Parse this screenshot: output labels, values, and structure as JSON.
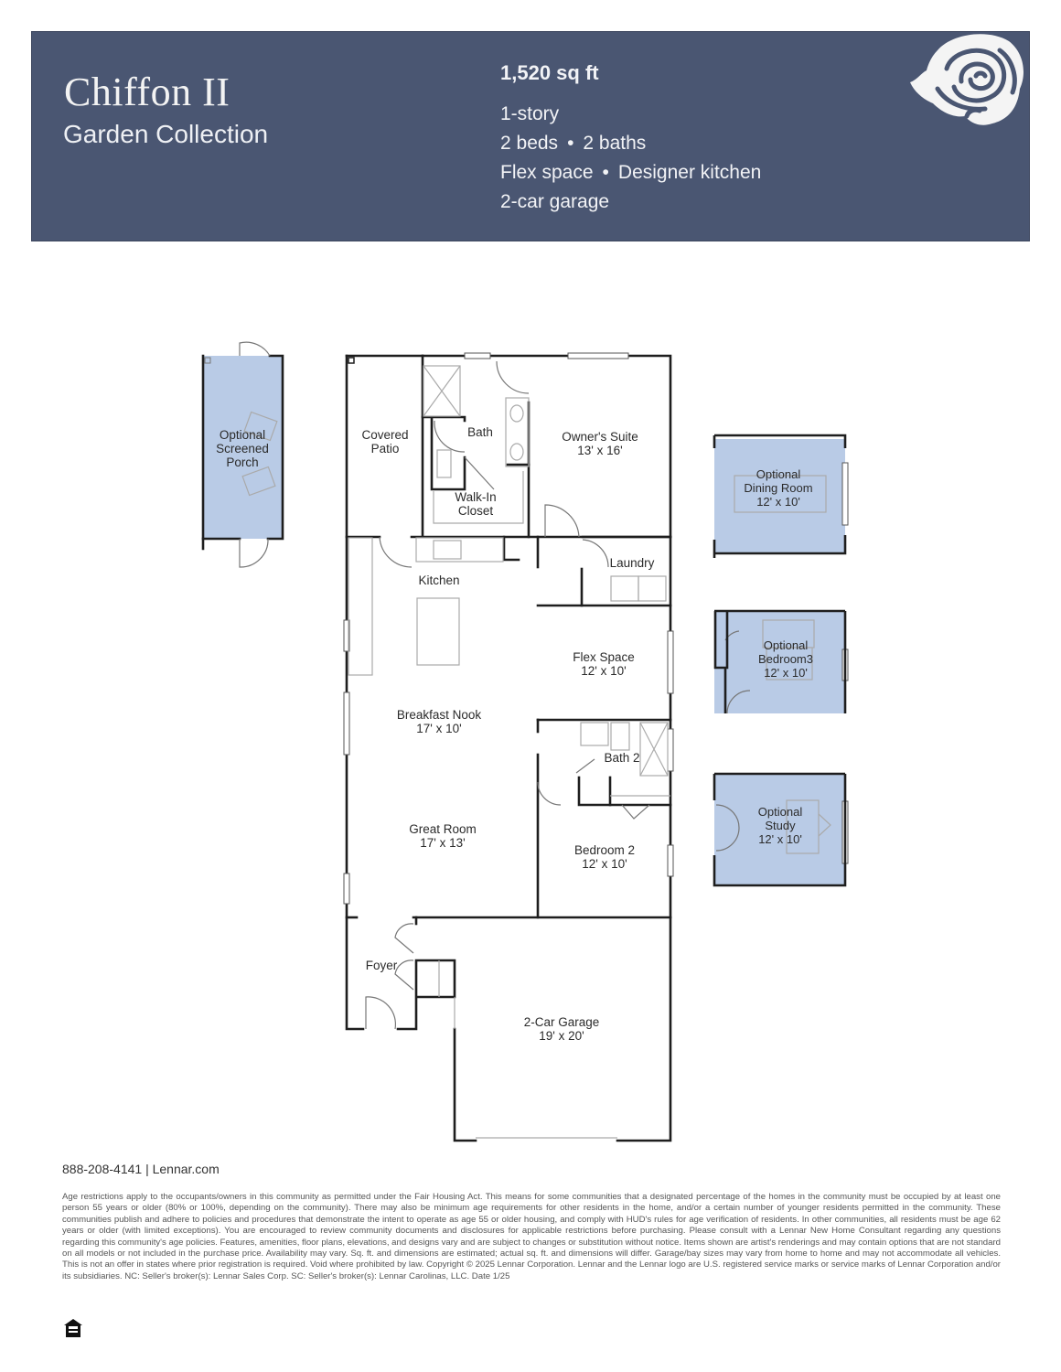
{
  "header": {
    "title": "Chiffon II",
    "subtitle": "Garden Collection",
    "sqft": "1,520 sq ft",
    "specs": [
      {
        "items": [
          "1-story"
        ]
      },
      {
        "items": [
          "2 beds",
          "2 baths"
        ]
      },
      {
        "items": [
          "Flex space",
          "Designer kitchen"
        ]
      },
      {
        "items": [
          "2-car garage"
        ]
      }
    ],
    "logo_icon": "rose-icon",
    "colors": {
      "banner": "#4a5672",
      "text": "#f2f3f6"
    }
  },
  "floorplan": {
    "option_fill": "#b9cbe6",
    "rooms": [
      {
        "name": "Optional Screened Porch",
        "lines": [
          "Optional",
          "Screened",
          "Porch"
        ],
        "optional": true
      },
      {
        "name": "Covered Patio",
        "lines": [
          "Covered",
          "Patio"
        ]
      },
      {
        "name": "Bath",
        "lines": [
          "Bath"
        ]
      },
      {
        "name": "Owner's Suite",
        "lines": [
          "Owner's Suite",
          "13' x 16'"
        ]
      },
      {
        "name": "Walk-In Closet",
        "lines": [
          "Walk-In",
          "Closet"
        ]
      },
      {
        "name": "Kitchen",
        "lines": [
          "Kitchen"
        ]
      },
      {
        "name": "Laundry",
        "lines": [
          "Laundry"
        ]
      },
      {
        "name": "Flex Space",
        "lines": [
          "Flex Space",
          "12' x 10'"
        ]
      },
      {
        "name": "Breakfast Nook",
        "lines": [
          "Breakfast Nook",
          "17' x 10'"
        ]
      },
      {
        "name": "Bath 2",
        "lines": [
          "Bath 2"
        ]
      },
      {
        "name": "Great Room",
        "lines": [
          "Great Room",
          "17' x 13'"
        ]
      },
      {
        "name": "Bedroom 2",
        "lines": [
          "Bedroom 2",
          "12' x 10'"
        ]
      },
      {
        "name": "Foyer",
        "lines": [
          "Foyer"
        ]
      },
      {
        "name": "2-Car Garage",
        "lines": [
          "2-Car Garage",
          "19' x 20'"
        ]
      },
      {
        "name": "Optional Dining Room",
        "lines": [
          "Optional",
          "Dining Room",
          "12' x 10'"
        ],
        "optional": true
      },
      {
        "name": "Optional Bedroom3",
        "lines": [
          "Optional",
          "Bedroom3",
          "12' x 10'"
        ],
        "optional": true
      },
      {
        "name": "Optional Study",
        "lines": [
          "Optional",
          "Study",
          "12' x 10'"
        ],
        "optional": true
      }
    ]
  },
  "footer": {
    "contact": "888-208-4141 | Lennar.com",
    "disclaimer": "Age restrictions apply to the occupants/owners in this community as permitted under the Fair Housing Act. This means for some communities that a designated percentage of the homes in the community must be occupied by at least one person 55 years or older (80% or 100%, depending on the community). There may also be minimum age requirements for other residents in the home, and/or a certain number of younger residents permitted in the community. These communities publish and adhere to policies and procedures that demonstrate the intent to operate as age 55 or older housing, and comply with HUD's rules for age verification of residents. In other communities, all residents must be age 62 years or older (with limited exceptions). You are encouraged to review community documents and disclosures for applicable restrictions before purchasing. Please consult with a Lennar New Home Consultant regarding any questions regarding this community's age policies. Features, amenities, floor plans, elevations, and designs vary and are subject to changes or substitution without notice. Items shown are artist's renderings and may contain options that are not standard on all models or not included in the purchase price. Availability may vary. Sq. ft. and dimensions are estimated; actual sq. ft. and dimensions will differ. Garage/bay sizes may vary from home to home and may not accommodate all vehicles. This is not an offer in states where prior registration is required. Void where prohibited by law. Copyright © 2025 Lennar Corporation. Lennar and the Lennar logo are U.S. registered service marks or service marks of Lennar Corporation and/or its subsidiaries. NC: Seller's broker(s): Lennar Sales Corp. SC: Seller's broker(s): Lennar Carolinas, LLC. Date 1/25",
    "eho_icon": "equal-housing-opportunity-icon"
  }
}
